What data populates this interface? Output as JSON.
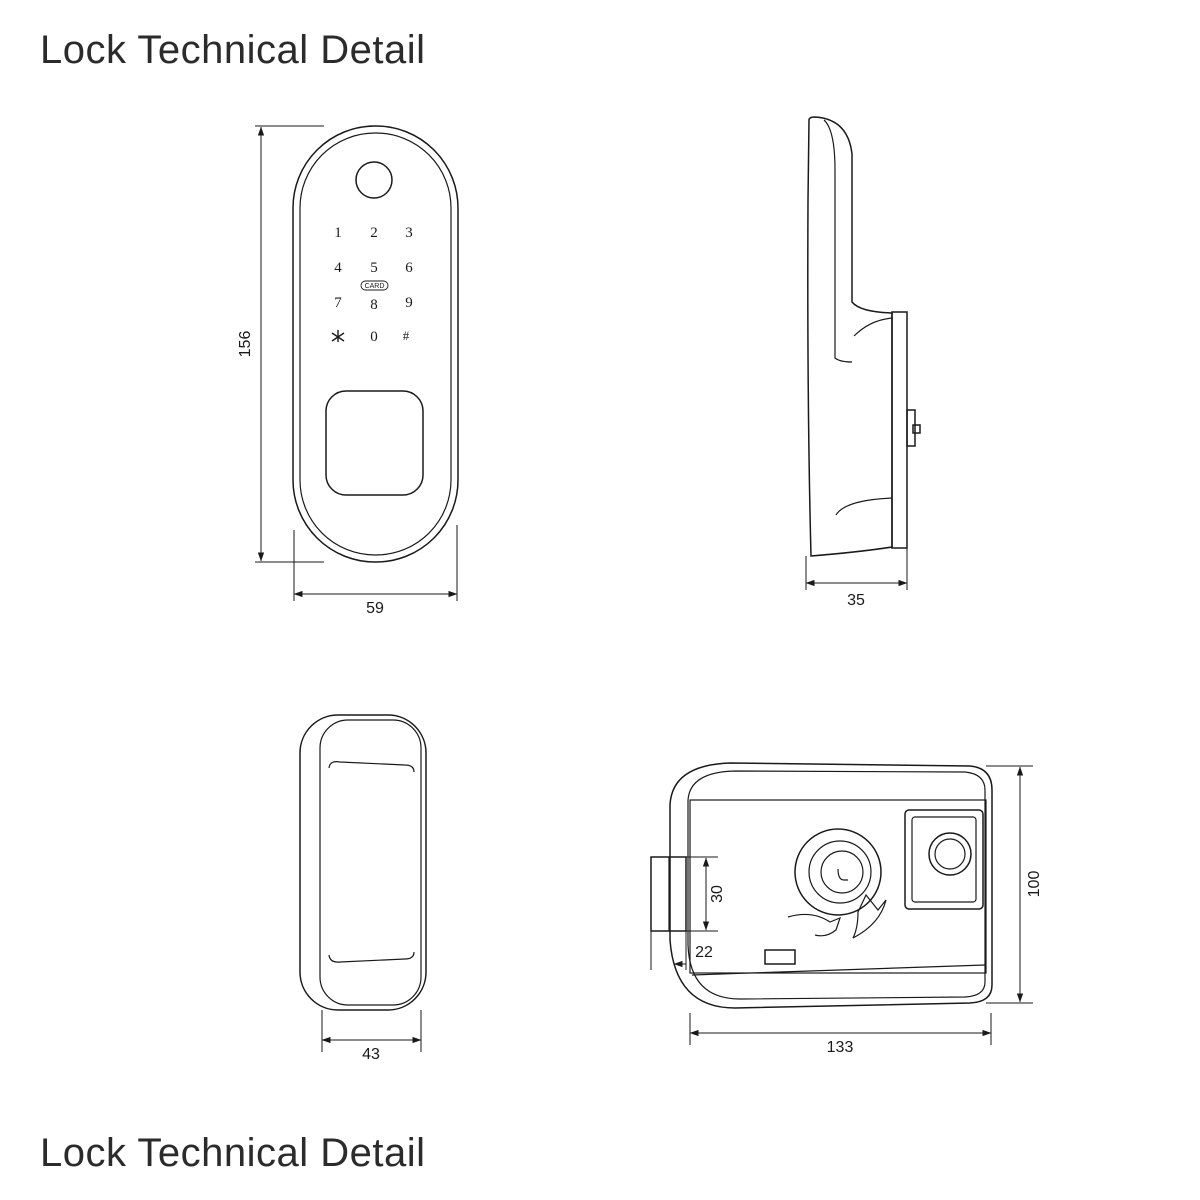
{
  "title": "Lock Technical Detail",
  "footer_title": "Lock Technical Detail",
  "front_view": {
    "keypad": [
      "1",
      "2",
      "3",
      "4",
      "5",
      "6",
      "7",
      "8",
      "9",
      "*",
      "0",
      "#"
    ],
    "card_label": "CARD",
    "height": "156",
    "width": "59"
  },
  "side_view": {
    "depth": "35"
  },
  "top_view": {
    "width": "43"
  },
  "rim_lock": {
    "bolt_height": "30",
    "bolt_projection": "22",
    "width": "133",
    "height": "100"
  },
  "colors": {
    "line": "#1a1a1a",
    "background": "#ffffff"
  }
}
